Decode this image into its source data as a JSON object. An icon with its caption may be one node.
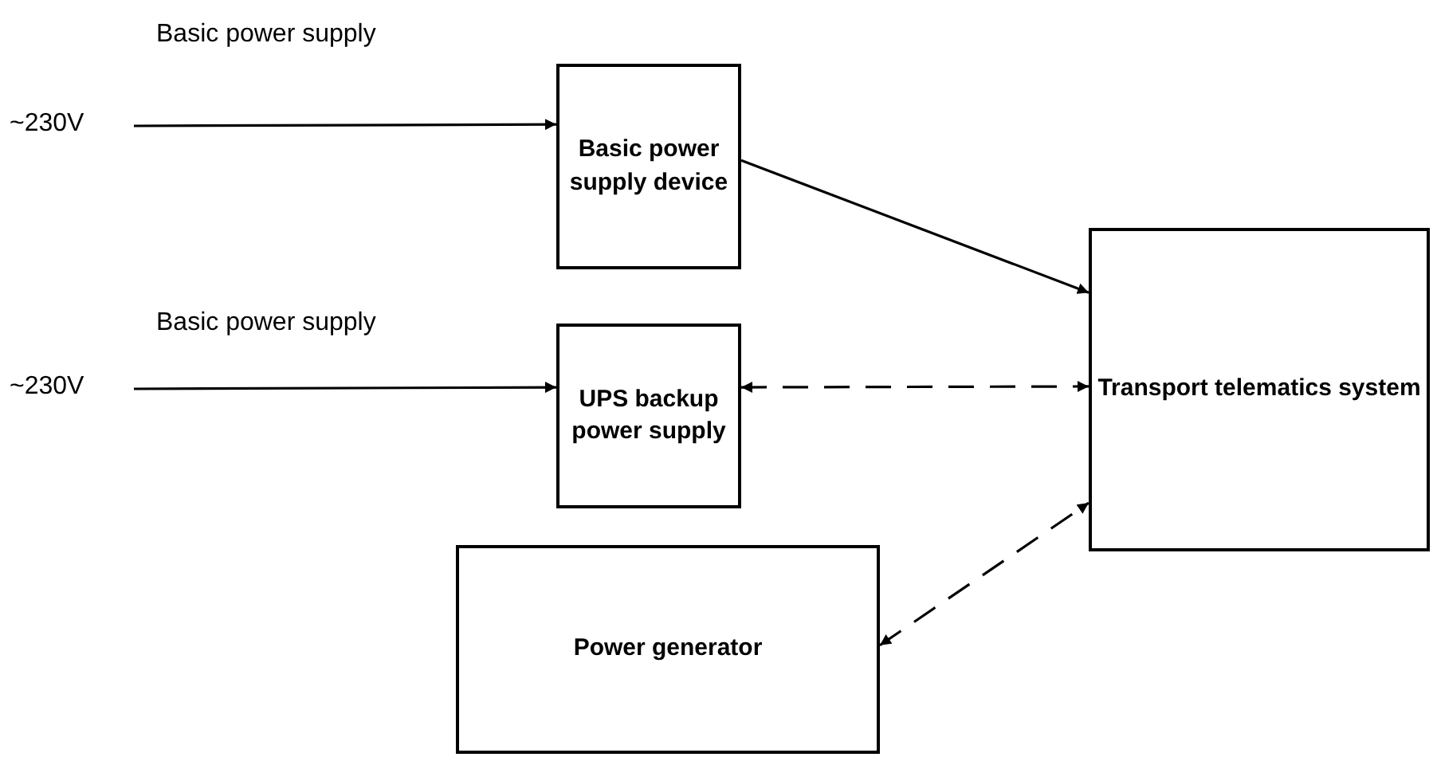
{
  "diagram": {
    "nodes": [
      {
        "text": [
          "~230V"
        ]
      },
      {
        "text": [
          "Basic power supply device"
        ]
      },
      {
        "text": [
          "~230V"
        ]
      },
      {
        "text": [
          "UPS backup power supply"
        ]
      },
      {
        "text": [
          "Transport telematics system"
        ]
      },
      {
        "text": [
          "Power generator"
        ]
      }
    ],
    "edges": [
      {
        "from": 0,
        "to": 1,
        "arrow": "to",
        "label": "Basic power supply"
      },
      {
        "from": 2,
        "to": 3,
        "arrow": "to",
        "label": "Basic power supply"
      },
      {
        "from": 1,
        "to": 4,
        "arrow": "to"
      },
      {
        "from": 3,
        "to": 4,
        "arrow": "both",
        "style": "dashed"
      },
      {
        "from": 5,
        "to": 4,
        "arrow": "both",
        "style": "dashed"
      }
    ]
  }
}
